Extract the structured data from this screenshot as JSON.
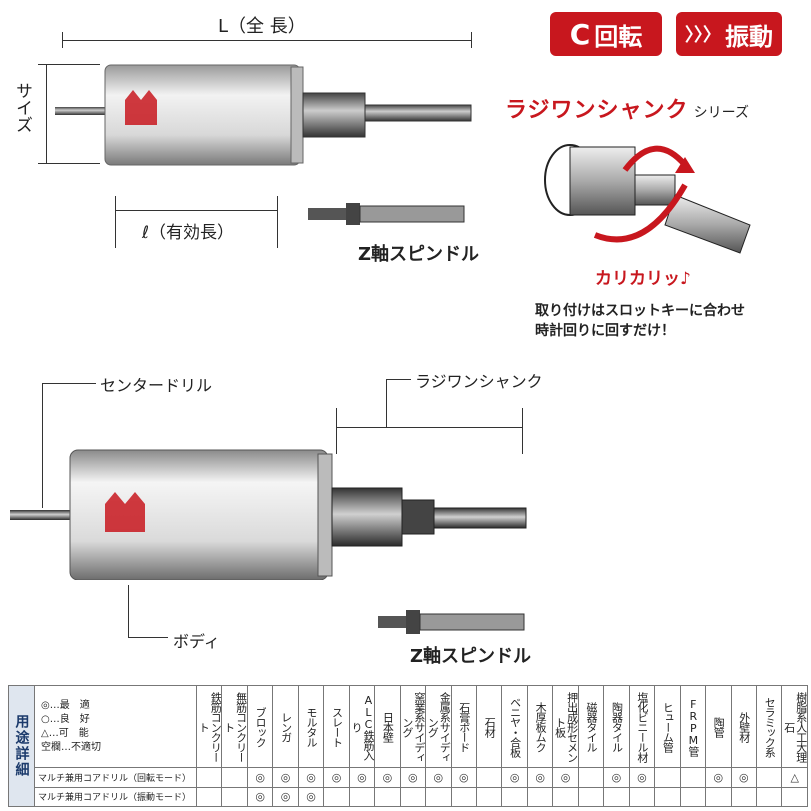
{
  "top_diagram": {
    "length_label": "L（全 長）",
    "size_label": "サイズ",
    "effective_length_label": "ℓ（有効長）",
    "spindle_label": "Z軸スピンドル"
  },
  "badges": {
    "rotation": "回転",
    "vibration": "振動"
  },
  "series": {
    "title": "ラジワンシャンク",
    "suffix": "シリーズ",
    "sound": "カリカリッ♪",
    "instruction_line1": "取り付けはスロットキーに合わせ",
    "instruction_line2": "時計回りに回すだけ！"
  },
  "bottom_diagram": {
    "center_drill": "センタードリル",
    "shank": "ラジワンシャンク",
    "body": "ボディ",
    "spindle": "Z軸スピンドル"
  },
  "table": {
    "side_label": "用途詳細",
    "legend": [
      "◎…最　適",
      "○…良　好",
      "△…可　能",
      "空欄…不適切"
    ],
    "columns": [
      "鉄筋コンクリート",
      "無筋コンクリート",
      "ブロック",
      "レンガ",
      "モルタル",
      "スレート",
      "ALC鉄筋入り",
      "日本壁",
      "窯業系サイディング",
      "金属系サイディング",
      "石膏ボード",
      "石材",
      "ベニヤ・合板",
      "木厚板ムク",
      "押出成形セメント板",
      "磁器タイル",
      "陶器タイル",
      "塩化ビニール材",
      "ヒューム管",
      "FRPM管",
      "陶管",
      "外壁材",
      "セラミック系",
      "樹脂系人工大理石"
    ],
    "rows": [
      {
        "mode": "マルチ兼用コアドリル（回転モード）",
        "marks": [
          "",
          "",
          "◎",
          "◎",
          "◎",
          "◎",
          "◎",
          "◎",
          "◎",
          "◎",
          "◎",
          "",
          "◎",
          "◎",
          "◎",
          "",
          "◎",
          "◎",
          "",
          "",
          "◎",
          "◎",
          "",
          "△"
        ]
      },
      {
        "mode": "マルチ兼用コアドリル（振動モード）",
        "marks": [
          "",
          "",
          "◎",
          "◎",
          "◎",
          "",
          "",
          "",
          "",
          "",
          "",
          "",
          "",
          "",
          "",
          "",
          "",
          "",
          "",
          "",
          "",
          "",
          "",
          ""
        ]
      }
    ]
  }
}
